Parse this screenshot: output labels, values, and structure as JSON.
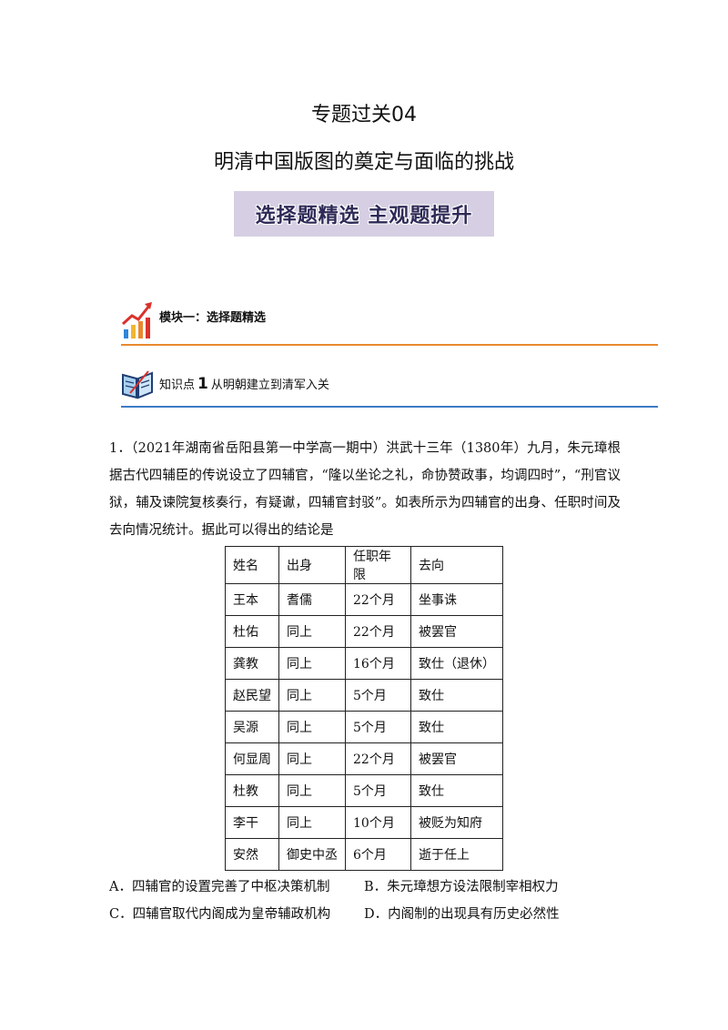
{
  "header": {
    "title": "专题过关04",
    "subtitle": "明清中国版图的奠定与面临的挑战",
    "banner": "选择题精选 主观题提升"
  },
  "module": {
    "label": "模块一：选择题精选"
  },
  "knowledge": {
    "prefix": "知识点",
    "number": "1",
    "text": "从明朝建立到清军入关"
  },
  "question": {
    "text": "1．（2021年湖南省岳阳县第一中学高一期中）洪武十三年（1380年）九月，朱元璋根据古代四辅臣的传说设立了四辅官，“隆以坐论之礼，命协赞政事，均调四时”，“刑官议狱，辅及谏院复核奏行，有疑谳，四辅官封驳”。如表所示为四辅官的出身、任职时间及去向情况统计。据此可以得出的结论是"
  },
  "table": {
    "headers": [
      "姓名",
      "出身",
      "任职年限",
      "去向"
    ],
    "rows": [
      [
        "王本",
        "耆儒",
        "22个月",
        "坐事诛"
      ],
      [
        "杜佑",
        "同上",
        "22个月",
        "被罢官"
      ],
      [
        "龚教",
        "同上",
        "16个月",
        "致仕（退休）"
      ],
      [
        "赵民望",
        "同上",
        "5个月",
        "致仕"
      ],
      [
        "吴源",
        "同上",
        "5个月",
        "致仕"
      ],
      [
        "何显周",
        "同上",
        "22个月",
        "被罢官"
      ],
      [
        "杜教",
        "同上",
        "5个月",
        "致仕"
      ],
      [
        "李干",
        "同上",
        "10个月",
        "被贬为知府"
      ],
      [
        "安然",
        "御史中丞",
        "6个月",
        "逝于任上"
      ]
    ]
  },
  "options": {
    "a": "A．四辅官的设置完善了中枢决策机制",
    "b": "B．朱元璋想方设法限制宰相权力",
    "c": "C．四辅官取代内阁成为皇帝辅政机构",
    "d": "D．内阁制的出现具有历史必然性"
  }
}
